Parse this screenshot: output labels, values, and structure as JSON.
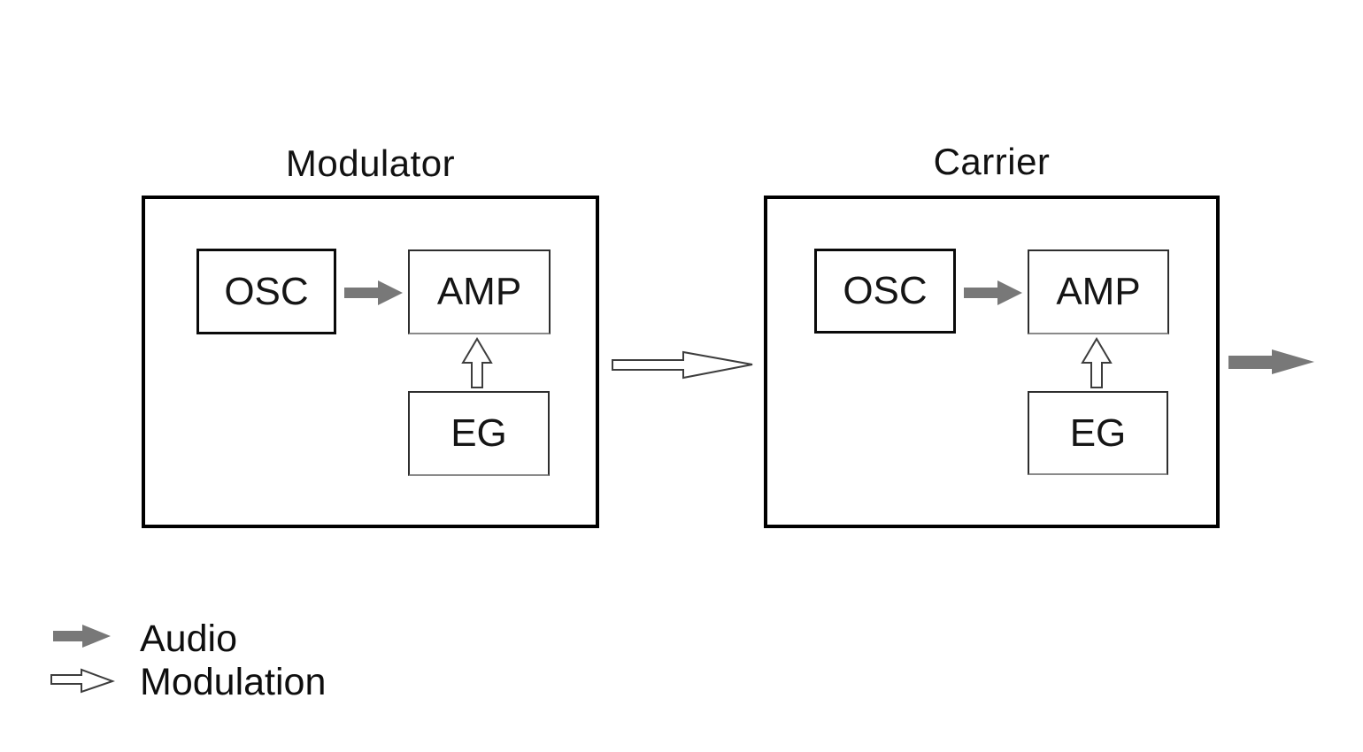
{
  "modules": [
    {
      "id": "modulator",
      "title": "Modulator",
      "blocks": [
        {
          "id": "osc",
          "label": "OSC"
        },
        {
          "id": "amp",
          "label": "AMP"
        },
        {
          "id": "eg",
          "label": "EG"
        }
      ]
    },
    {
      "id": "carrier",
      "title": "Carrier",
      "blocks": [
        {
          "id": "osc",
          "label": "OSC"
        },
        {
          "id": "amp",
          "label": "AMP"
        },
        {
          "id": "eg",
          "label": "EG"
        }
      ]
    }
  ],
  "arrows": [
    {
      "id": "modulator-osc-to-amp",
      "type": "audio",
      "from": "modulator.osc",
      "to": "modulator.amp",
      "direction": "right"
    },
    {
      "id": "modulator-eg-to-amp",
      "type": "modulation",
      "from": "modulator.eg",
      "to": "modulator.amp",
      "direction": "up"
    },
    {
      "id": "modulator-to-carrier",
      "type": "modulation",
      "from": "modulator",
      "to": "carrier",
      "direction": "right"
    },
    {
      "id": "carrier-osc-to-amp",
      "type": "audio",
      "from": "carrier.osc",
      "to": "carrier.amp",
      "direction": "right"
    },
    {
      "id": "carrier-eg-to-amp",
      "type": "modulation",
      "from": "carrier.eg",
      "to": "carrier.amp",
      "direction": "up"
    },
    {
      "id": "carrier-output",
      "type": "audio",
      "from": "carrier",
      "to": "output",
      "direction": "right"
    }
  ],
  "legend": {
    "items": [
      {
        "type": "audio",
        "label": "Audio"
      },
      {
        "type": "modulation",
        "label": "Modulation"
      }
    ]
  },
  "colors": {
    "audio_arrow": "#787878",
    "modulation_arrow_fill": "#ffffff",
    "modulation_arrow_stroke": "#3d3d3d",
    "box_border": "#000000",
    "text": "#111111",
    "background": "#ffffff"
  }
}
